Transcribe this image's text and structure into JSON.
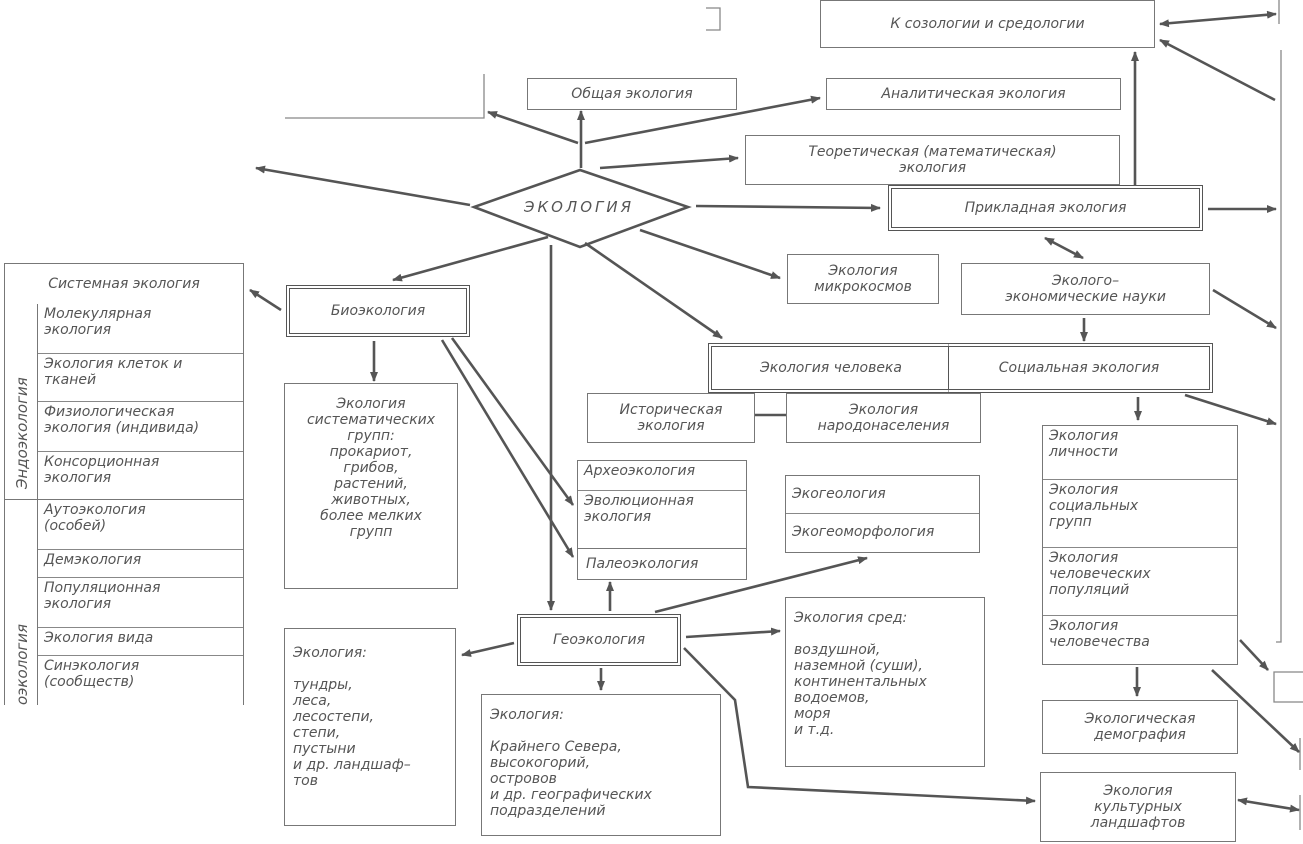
{
  "center": "ЭКОЛОГИЯ",
  "top": {
    "sozology": "К созологии и средологии",
    "general": "Общая экология",
    "analytical": "Аналитическая экология",
    "theoretical": "Теоретическая (математическая)\nэкология",
    "applied": "Прикладная экология"
  },
  "middle": {
    "microcosms": "Экология\nмикрокосмов",
    "eco_economic": "Эколого–\nэкономические науки",
    "bioecology": "Биоэкология",
    "human_ecology": "Экология человека",
    "social_ecology": "Социальная экология",
    "historical": "Историческая\nэкология",
    "population_people": "Экология\nнародонаселения",
    "systematic_groups": "Экология\nсистематических\nгрупп:\nпрокариот,\nгрибов,\nрастений,\nживотных,\nболее мелких\nгрупп"
  },
  "left_column": {
    "system_ecology": "Системная экология",
    "endo_label": "Эндоэкология",
    "exo_label": "оэкология",
    "endo_items": [
      "Молекулярная\nэкология",
      "Экология клеток и\nтканей",
      "Физиологическая\nэкология (индивида)",
      "Консорционная\nэкология"
    ],
    "exo_items": [
      "Аутоэкология\n(особей)",
      "Демэкология",
      "Популяционная\nэкология",
      "Экология вида",
      "Синэкология\n(сообществ)"
    ]
  },
  "paleo_group": {
    "archaeo": "Археоэкология",
    "evolutionary": "Эволюционная\nэкология",
    "paleo": "Палеоэкология"
  },
  "geo_group": {
    "ecogeology": "Экогеология",
    "ecogeomorphology": "Экогеоморфология"
  },
  "geoecology": "Геоэкология",
  "landscapes": "Экология:\n\nтундры,\nлеса,\nлесостепи,\nстепи,\nпустыни\nи др. ландшаф–\nтов",
  "regions": "Экология:\n\nКрайнего Севера,\nвысокогорий,\nостровов\nи др. географических\nподразделений",
  "environments": "Экология сред:\n\nвоздушной,\nназемной (суши),\nконтинентальных\nводоемов,\nморя\nи т.д.",
  "human_column": [
    "Экология\nличности",
    "Экология\nсоциальных\nгрупп",
    "Экология\nчеловеческих\nпопуляций",
    "Экология\nчеловечества"
  ],
  "demography": "Экологическая\nдемография",
  "cultural_landscapes": "Экология\nкультурных\nландшафтов"
}
